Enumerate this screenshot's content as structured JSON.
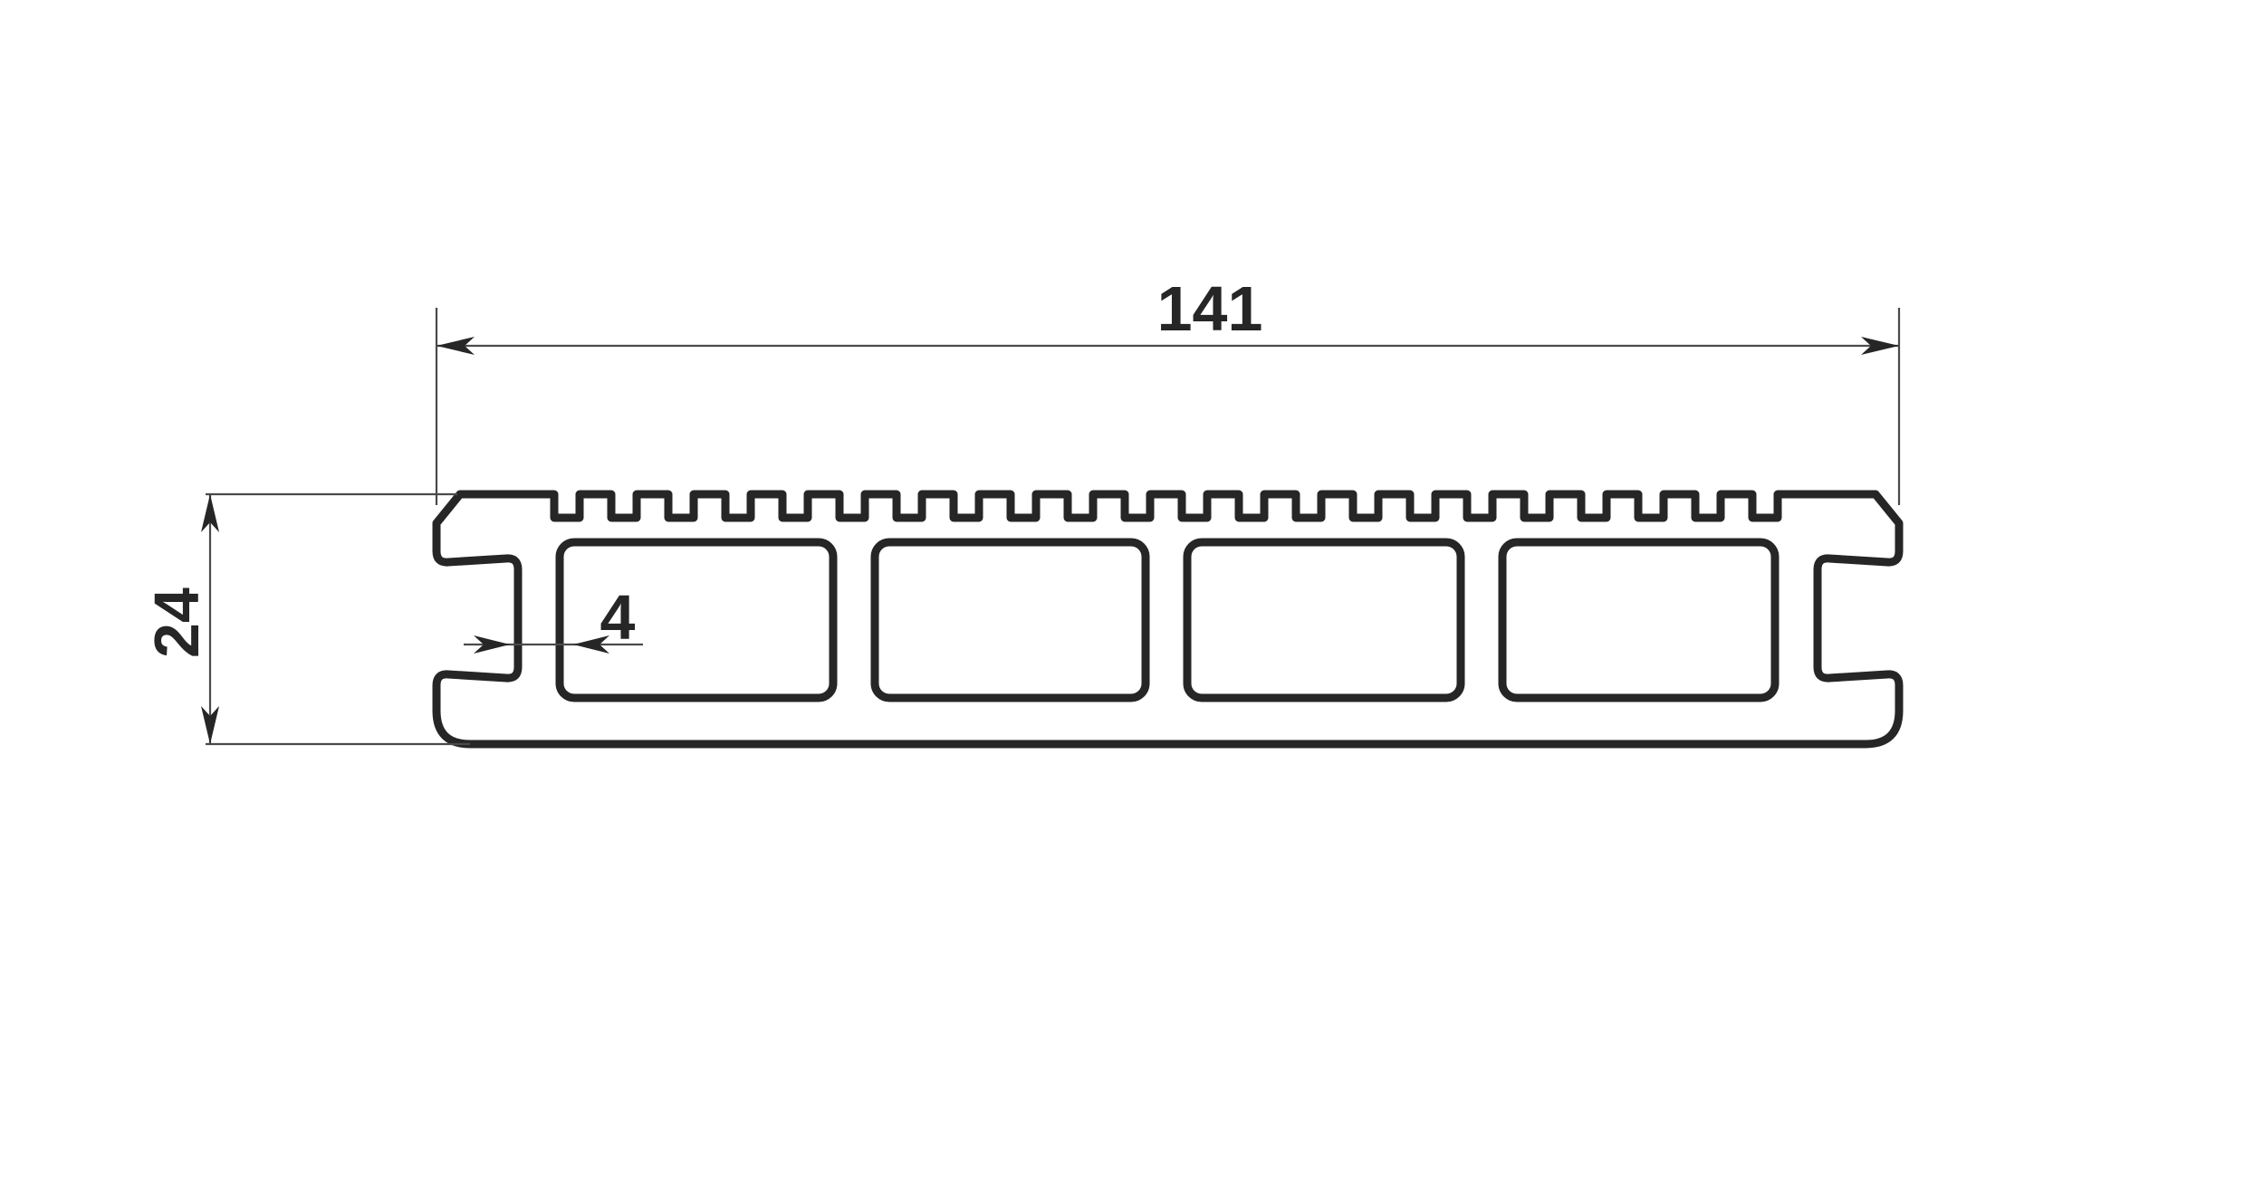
{
  "drawing": {
    "background_color": "#ffffff",
    "outline_color": "#262626",
    "dimension_line_color": "#4a4a4a",
    "label_color": "#262626",
    "labels": {
      "overall_width": "141",
      "overall_height": "24",
      "web_thickness": "4"
    },
    "profile": {
      "chamber_count": 4,
      "tooth_count": 22
    }
  }
}
